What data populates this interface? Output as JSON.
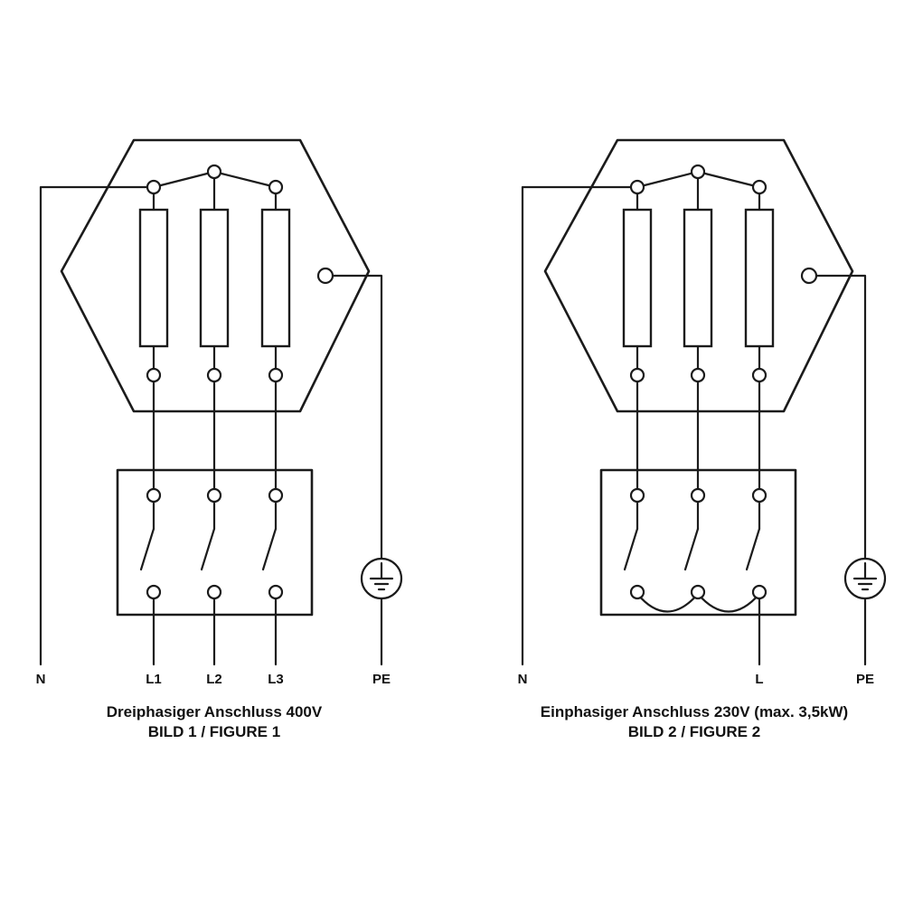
{
  "page": {
    "background": "#ffffff",
    "line_color": "#1b1b1b"
  },
  "diagrams": [
    {
      "id": "three-phase",
      "terminals": {
        "neutral": "N",
        "l1": "L1",
        "l2": "L2",
        "l3": "L3",
        "pe": "PE"
      },
      "caption": "Dreiphasiger Anschluss 400V",
      "figure": "BILD 1 / FIGURE 1"
    },
    {
      "id": "single-phase",
      "terminals": {
        "neutral": "N",
        "l": "L",
        "pe": "PE"
      },
      "caption": "Einphasiger Anschluss 230V (max. 3,5kW)",
      "figure": "BILD 2 / FIGURE 2"
    }
  ]
}
